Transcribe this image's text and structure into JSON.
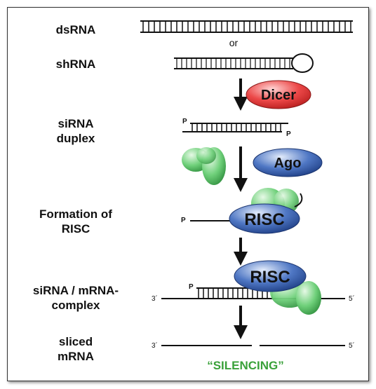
{
  "steps": {
    "dsrna": "dsRNA",
    "shrna": "shRNA",
    "sirna_duplex_1": "siRNA",
    "sirna_duplex_2": "duplex",
    "risc_formation_1": "Formation of",
    "risc_formation_2": "RISC",
    "complex_1": "siRNA / mRNA-",
    "complex_2": "complex",
    "sliced_1": "sliced",
    "sliced_2": "mRNA"
  },
  "connector": "or",
  "enzymes": {
    "dicer": "Dicer",
    "ago": "Ago",
    "risc": "RISC"
  },
  "marks": {
    "phosphate": "P",
    "three_prime": "3´",
    "five_prime": "5´"
  },
  "outcome": "“SILENCING”",
  "colors": {
    "dicer": "#e23b3b",
    "ago": "#2f5aa8",
    "protein": "#5cc46a",
    "silencing": "#3aa13a"
  }
}
